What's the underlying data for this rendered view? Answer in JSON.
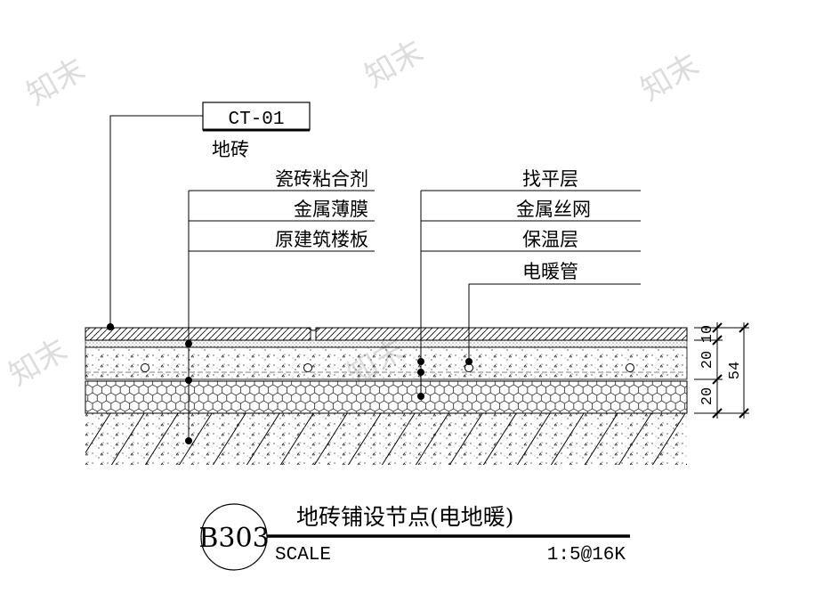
{
  "material_code": "CT-01",
  "tile_label": "地砖",
  "left_labels": [
    "瓷砖粘合剂",
    "金属薄膜",
    "原建筑楼板"
  ],
  "right_labels": [
    "找平层",
    "金属丝网",
    "保温层"
  ],
  "pipe_label": "电暖管",
  "dimensions": {
    "top_tile": "10",
    "leveling": "20",
    "insulation": "20",
    "total": "54"
  },
  "title_block": {
    "detail_number": "B303",
    "title": "地砖铺设节点(电地暖)",
    "scale_label": "SCALE",
    "scale_value": "1:5@16K"
  },
  "watermark": "知末",
  "colors": {
    "line": "#000000",
    "watermark": "#d8d8d8"
  }
}
